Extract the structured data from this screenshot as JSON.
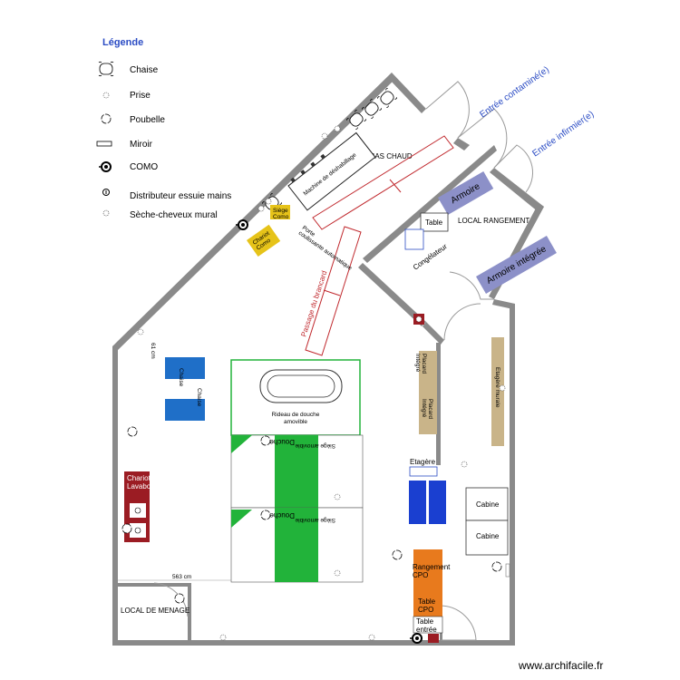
{
  "legend": {
    "title": "Légende",
    "items": [
      {
        "icon": "chair-icon",
        "label": "Chaise"
      },
      {
        "icon": "outlet-icon",
        "label": "Prise"
      },
      {
        "icon": "trash-bin-icon",
        "label": "Poubelle"
      },
      {
        "icon": "mirror-icon",
        "label": "Miroir"
      },
      {
        "icon": "como-icon",
        "label": "COMO"
      },
      {
        "icon": "towel-dispenser-icon",
        "label": "Distributeur essuie mains"
      },
      {
        "icon": "hair-dryer-icon",
        "label": "Sèche-cheveux mural"
      }
    ]
  },
  "labels": {
    "entree_contaminee": "Entrée contaminé(e)",
    "entree_infirmier": "Entrée infirmier(e)",
    "sas_chaud": "SAS CHAUD",
    "machine_deshabillage": "Machine de déshabillage",
    "armoire": "Armoire",
    "table": "Table",
    "local_rangement": "LOCAL RANGEMENT",
    "congelateur": "Congélateur",
    "armoire_integree": "Armoire intégrée",
    "siege_como": "Siège\nComo",
    "porte_coulissante": "Porte\ncoulissante automatique",
    "chariot_como": "Chariot\nComo",
    "passage_brancard": "Passage du brancard",
    "rideau_douche": "Rideau de douche\namovible",
    "douche_1": "Douche",
    "douche_2": "Douche",
    "siege_amovible_1": "Siège amovible",
    "siege_amovible_2": "Siège amovible",
    "placard_integre_1": "Placard\nIntégré",
    "placard_integre_2": "Placard\nIntégré",
    "etagere_murale": "Etagère murale",
    "etagere": "Etagère",
    "cabine_1": "Cabine",
    "cabine_2": "Cabine",
    "chariot_lavabo": "Chariot\nLavabo",
    "rangement_cpo": "Rangement\nCPO",
    "table_cpo": "Table\nCPO",
    "table_entree": "Table\nentrée",
    "local_menage": "LOCAL DE MENAGE",
    "chaise_1": "Chaise",
    "chaise_2": "Chaise",
    "dim_1": "61 cm",
    "dim_2": "563 cm"
  },
  "watermark": "www.archifacile.fr",
  "colors": {
    "wall": "#8a8a8a",
    "blue_furniture": "#1f6fc8",
    "navy_furniture": "#1a3fd0",
    "green": "#22b33a",
    "red_outline": "#c0282d",
    "lavender": "#8c90c8",
    "yellow": "#e6c319",
    "orange": "#e87a1d",
    "dark_red": "#9b1c23",
    "beige": "#c9b489",
    "legend_title": "#2b4cc4"
  }
}
